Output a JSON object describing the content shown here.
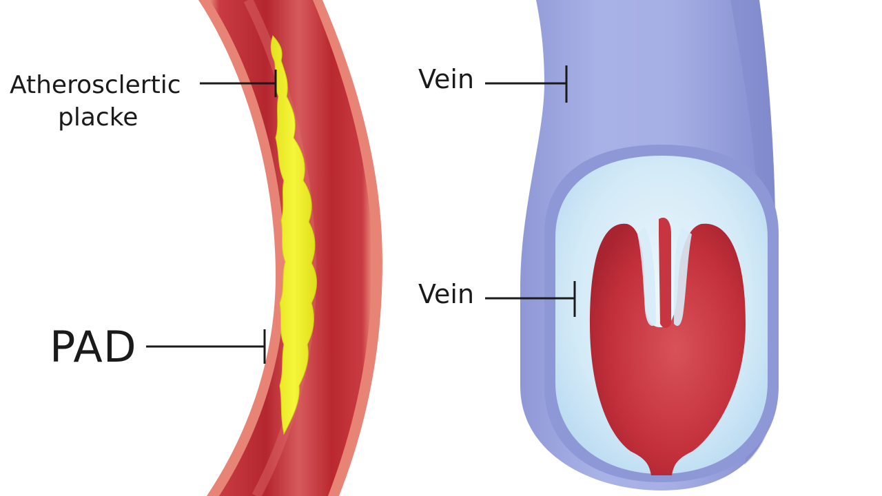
{
  "labels": {
    "plaque_line1": "Atherosclertic",
    "plaque_line2": "placke",
    "pad": "PAD",
    "vein_top": "Vein",
    "vein_bottom": "Vein"
  },
  "colors": {
    "artery_outer": "#e88476",
    "artery_wall": "#c2303a",
    "artery_lumen": "#b8262f",
    "plaque": "#ecec2a",
    "vein_body": "#9aa3dc",
    "vein_inner_layer": "#d7ecf8",
    "vein_blood": "#c9323e",
    "leader_line": "#1a1a1a"
  }
}
